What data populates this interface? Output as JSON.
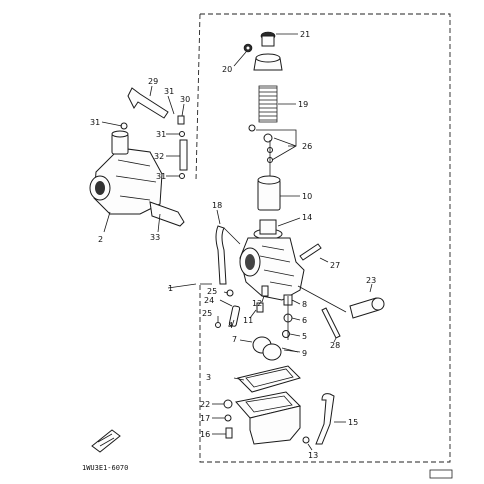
{
  "diagram": {
    "part_labels": {
      "p1": "1",
      "p2": "2",
      "p3": "3",
      "p4": "4",
      "p5": "5",
      "p6": "6",
      "p7": "7",
      "p8": "8",
      "p9": "9",
      "p10": "10",
      "p11": "11",
      "p12": "12",
      "p13": "13",
      "p14": "14",
      "p15": "15",
      "p16": "16",
      "p17": "17",
      "p18": "18",
      "p19": "19",
      "p20": "20",
      "p21": "21",
      "p22": "22",
      "p23": "23",
      "p24": "24",
      "p25a": "25",
      "p25b": "25",
      "p26": "26",
      "p27": "27",
      "p28": "28",
      "p29": "29",
      "p30": "30",
      "p31a": "31",
      "p31b": "31",
      "p31c": "31",
      "p32": "32",
      "p33": "33"
    },
    "catalog_code": "1WU3E1-6070"
  }
}
